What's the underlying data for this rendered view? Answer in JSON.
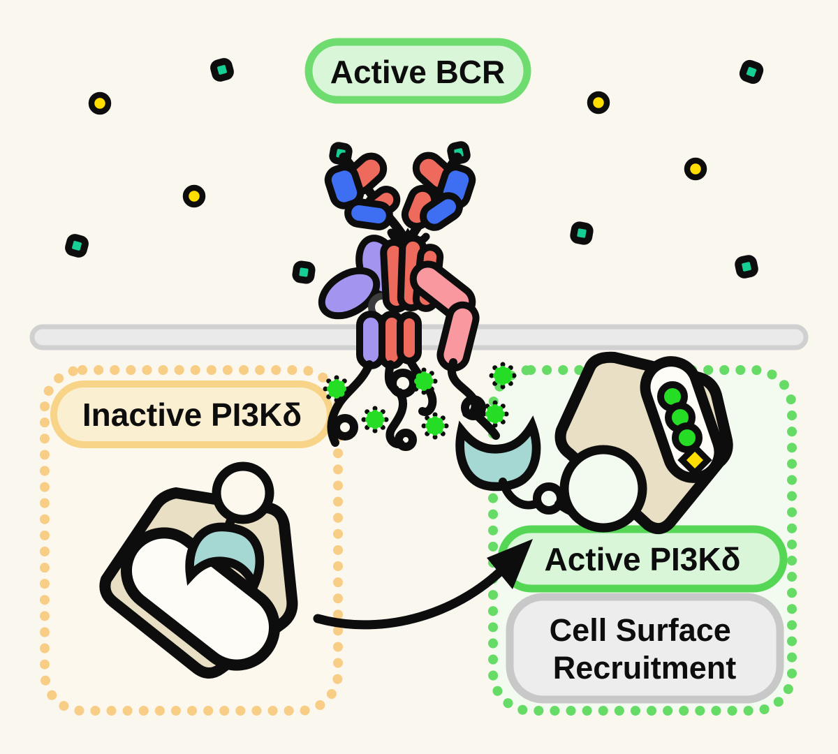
{
  "badges": {
    "active_bcr": "Active BCR",
    "inactive_pi3kd": "Inactive PI3Kδ",
    "active_pi3kd": "Active PI3Kδ",
    "recruitment_lines": [
      "Cell Surface",
      "Recruitment"
    ]
  },
  "icons": {
    "antigen": "teal-rounded-square",
    "ligand": "yellow-circle",
    "phospho": "green-starburst",
    "sh2_domain": "teal-tulip-crescent",
    "kinase_blob": "tan-protein-blob"
  },
  "colors": {
    "bg": "#FAF7EF",
    "ink": "#0D0D0D",
    "red": "#EE6A5C",
    "blue": "#3E6EF2",
    "purple": "#A395EF",
    "pink": "#F9999F",
    "teal": "#17CE94",
    "yellow": "#FFDE00",
    "star": "#25DD25",
    "tan": "#E9DFC4",
    "crescent": "#A5D8D3",
    "slot": "#FDFCF6",
    "membrane_fill": "#EAEAEA",
    "membrane_edge": "#D0D0D0",
    "green_border": "#6EDC6E",
    "green_border_strong": "#55D655",
    "green_fill": "#D9F6D9",
    "orange_border": "#F7D488",
    "orange_fill": "#FBEFD2",
    "gray_fill": "#EDEDED",
    "gray_border": "#C8C8C8",
    "dot_orange": "#F8CD85",
    "dot_green": "#66DB66",
    "leftbox_fill": "#FCF8EE",
    "rightbox_fill": "#F3FAF0",
    "chain_gray": "#3C3C3C"
  }
}
